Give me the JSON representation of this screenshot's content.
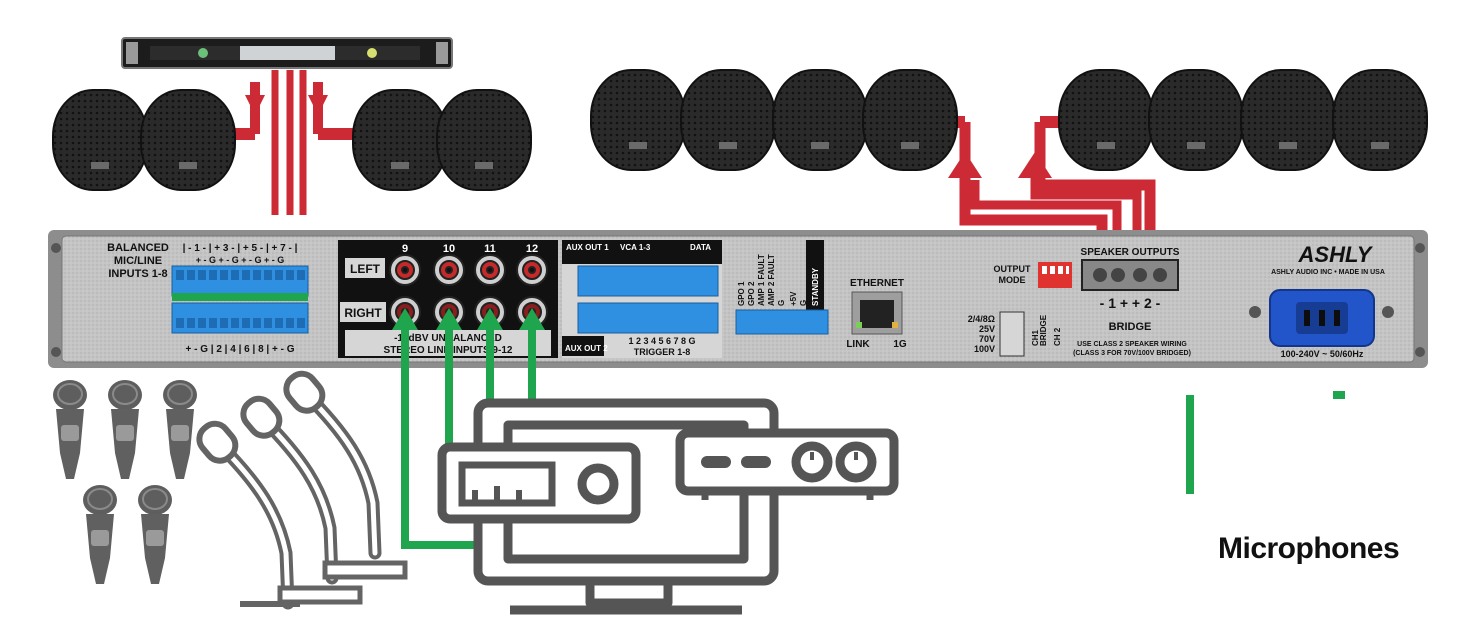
{
  "colors": {
    "speaker_wire": "#cc2a35",
    "audio_wire": "#1fa54d",
    "panel": "#c9c9c9",
    "terminal_blue": "#2f8fe0",
    "device_outline": "#555555"
  },
  "caption": {
    "microphones": "Microphones"
  },
  "rack": {
    "mic_inputs_label": [
      "BALANCED",
      "MIC/LINE",
      "INPUTS 1-8"
    ],
    "top_channel_numbers": "| - 1 - | + 3 - | + 5 - | + 7 - |",
    "top_terminal_legend": "+ - G + - G + - G + - G",
    "bottom_terminal_legend": "+ - G | 2 | 4 | 6 | 8 | + - G",
    "rca_numbers": [
      "9",
      "10",
      "11",
      "12"
    ],
    "left_label": "LEFT",
    "right_label": "RIGHT",
    "unbalanced_line1": "-10dBV UNBALANCED",
    "unbalanced_line2": "STEREO LINE INPUTS 9-12",
    "aux_out1": "AUX OUT 1",
    "vca": "VCA 1-3",
    "data": "DATA",
    "aux_out2": "AUX OUT 2",
    "trigger": "TRIGGER 1-8",
    "trigger_numbers": "1 2 3 4 5 6 7 8 G",
    "gpo_labels": [
      "GPO 1",
      "GPO 2",
      "AMP 1 FAULT",
      "AMP 2 FAULT",
      "G",
      "+5V",
      "G",
      "STANDBY"
    ],
    "ethernet": "ETHERNET",
    "link": "LINK",
    "onegig": "1G",
    "output_mode": [
      "OUTPUT",
      "MODE"
    ],
    "impedance": [
      "2/4/8Ω",
      "25V",
      "70V",
      "100V"
    ],
    "ch1": "CH1",
    "bridge_vert": "BRIDGE",
    "ch2": "CH 2",
    "speaker_outputs": "SPEAKER OUTPUTS",
    "speaker_numbers": "- 1 +   + 2 -",
    "bridge": "BRIDGE",
    "wiring_note1": "USE CLASS 2 SPEAKER WIRING",
    "wiring_note2": "(CLASS 3 FOR 70V/100V BRIDGED)",
    "brand": "ASHLY",
    "brand_sub": "ASHLY AUDIO INC • MADE IN USA",
    "power": "100-240V ~ 50/60Hz"
  },
  "icons": [
    "speaker-icon",
    "amplifier-icon",
    "handheld-mic-icon",
    "gooseneck-mic-icon",
    "computer-icon",
    "media-player-icon",
    "receiver-icon",
    "iec-power-socket-icon",
    "ethernet-port-icon",
    "rca-jack-icon"
  ]
}
